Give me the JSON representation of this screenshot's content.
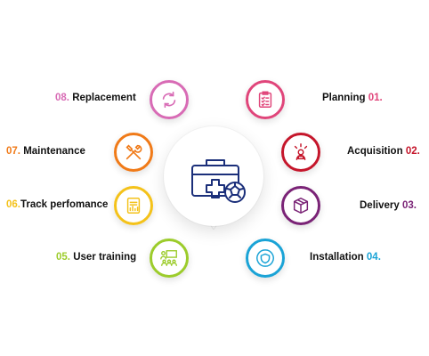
{
  "center": {
    "icon": "medical-kit-with-ball-icon"
  },
  "colors": {
    "replacement": "#d86bb5",
    "maintenance": "#f07a18",
    "track": "#f4c21a",
    "training": "#9ccc2b",
    "planning": "#e0457a",
    "acquisition": "#c5162b",
    "delivery": "#7a2376",
    "installation": "#1aa3d6",
    "centerIcon": "#1b2f7a"
  },
  "steps": {
    "s01": {
      "num": "01.",
      "label": "Planning",
      "icon": "clipboard-checklist-icon"
    },
    "s02": {
      "num": "02.",
      "label": "Acquisition",
      "icon": "person-with-sparkle-icon"
    },
    "s03": {
      "num": "03.",
      "label": "Delivery",
      "icon": "package-box-icon"
    },
    "s04": {
      "num": "04.",
      "label": "Installation",
      "icon": "shield-badge-icon"
    },
    "s05": {
      "num": "05.",
      "label": "User training",
      "icon": "people-training-icon"
    },
    "s06": {
      "num": "06.",
      "label": "Track perfomance",
      "icon": "report-chart-icon"
    },
    "s07": {
      "num": "07.",
      "label": "Maintenance",
      "icon": "tools-wrench-screwdriver-icon"
    },
    "s08": {
      "num": "08.",
      "label": "Replacement",
      "icon": "refresh-arrows-icon"
    }
  }
}
